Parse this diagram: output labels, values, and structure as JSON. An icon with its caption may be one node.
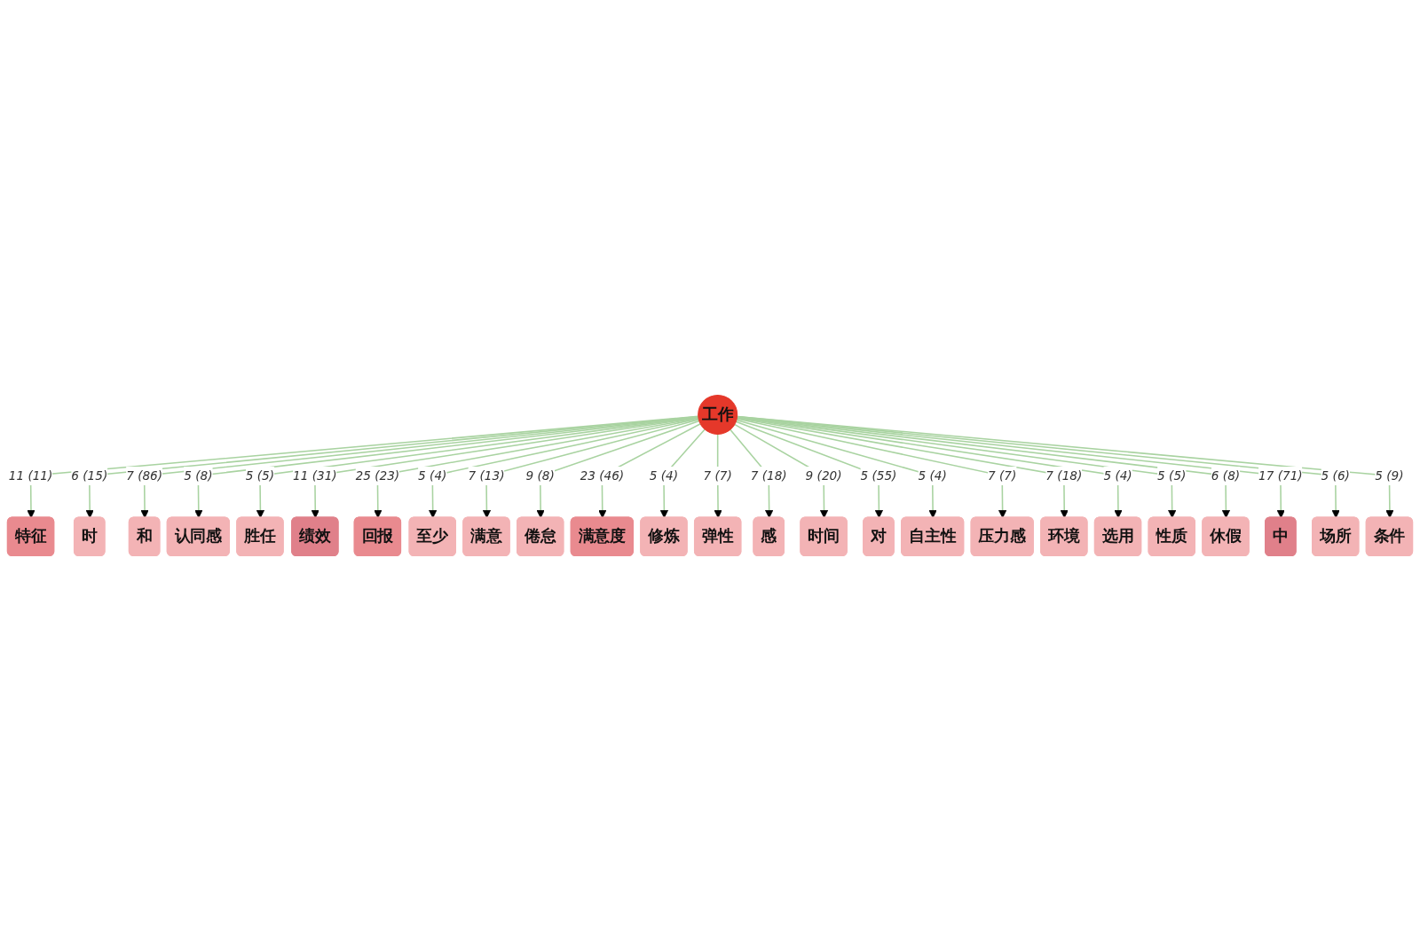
{
  "diagram": {
    "nodes": [
      {
        "text": [
          "特征"
        ]
      },
      {
        "text": [
          "时"
        ]
      },
      {
        "text": [
          "和"
        ]
      },
      {
        "text": [
          "认同感"
        ]
      },
      {
        "text": [
          "胜任"
        ]
      },
      {
        "text": [
          "绩效"
        ]
      },
      {
        "text": [
          "回报"
        ]
      },
      {
        "text": [
          "至少"
        ]
      },
      {
        "text": [
          "满意"
        ]
      },
      {
        "text": [
          "倦怠"
        ]
      },
      {
        "text": [
          "满意度"
        ]
      },
      {
        "text": [
          "修炼"
        ]
      },
      {
        "text": [
          "弹性"
        ]
      },
      {
        "text": [
          "工作"
        ]
      },
      {
        "text": [
          "感"
        ]
      },
      {
        "text": [
          "时间"
        ]
      },
      {
        "text": [
          "对"
        ]
      },
      {
        "text": [
          "自主性"
        ]
      },
      {
        "text": [
          "压力感"
        ]
      },
      {
        "text": [
          "环境"
        ]
      },
      {
        "text": [
          "选用"
        ]
      },
      {
        "text": [
          "性质"
        ]
      },
      {
        "text": [
          "休假"
        ]
      },
      {
        "text": [
          "中"
        ]
      },
      {
        "text": [
          "场所"
        ]
      },
      {
        "text": [
          "条件"
        ]
      }
    ],
    "edges": [
      {
        "from": 13,
        "to": 0,
        "arrow": "to",
        "label": "11 (11)"
      },
      {
        "from": 13,
        "to": 1,
        "arrow": "to",
        "label": "6 (15)"
      },
      {
        "from": 13,
        "to": 2,
        "arrow": "to",
        "label": "7 (86)"
      },
      {
        "from": 13,
        "to": 3,
        "arrow": "to",
        "label": "5 (8)"
      },
      {
        "from": 13,
        "to": 4,
        "arrow": "to",
        "label": "5 (5)"
      },
      {
        "from": 13,
        "to": 5,
        "arrow": "to",
        "label": "11 (31)"
      },
      {
        "from": 13,
        "to": 6,
        "arrow": "to",
        "label": "25 (23)"
      },
      {
        "from": 13,
        "to": 7,
        "arrow": "to",
        "label": "5 (4)"
      },
      {
        "from": 13,
        "to": 8,
        "arrow": "to",
        "label": "7 (13)"
      },
      {
        "from": 13,
        "to": 9,
        "arrow": "to",
        "label": "9 (8)"
      },
      {
        "from": 13,
        "to": 10,
        "arrow": "to",
        "label": "23 (46)"
      },
      {
        "from": 13,
        "to": 11,
        "arrow": "to",
        "label": "5 (4)"
      },
      {
        "from": 13,
        "to": 12,
        "arrow": "to",
        "label": "7 (7)"
      },
      {
        "from": 13,
        "to": 14,
        "arrow": "to",
        "label": "7 (18)"
      },
      {
        "from": 13,
        "to": 15,
        "arrow": "to",
        "label": "9 (20)"
      },
      {
        "from": 13,
        "to": 16,
        "arrow": "to",
        "label": "5 (55)"
      },
      {
        "from": 13,
        "to": 17,
        "arrow": "to",
        "label": "5 (4)"
      },
      {
        "from": 13,
        "to": 18,
        "arrow": "to",
        "label": "7 (7)"
      },
      {
        "from": 13,
        "to": 19,
        "arrow": "to",
        "label": "7 (18)"
      },
      {
        "from": 13,
        "to": 20,
        "arrow": "to",
        "label": "5 (4)"
      },
      {
        "from": 13,
        "to": 21,
        "arrow": "to",
        "label": "5 (5)"
      },
      {
        "from": 13,
        "to": 22,
        "arrow": "to",
        "label": "6 (8)"
      },
      {
        "from": 13,
        "to": 23,
        "arrow": "to",
        "label": "17 (71)"
      },
      {
        "from": 13,
        "to": 24,
        "arrow": "to",
        "label": "5 (6)"
      },
      {
        "from": 13,
        "to": 25,
        "arrow": "to",
        "label": "5 (9)"
      }
    ]
  }
}
